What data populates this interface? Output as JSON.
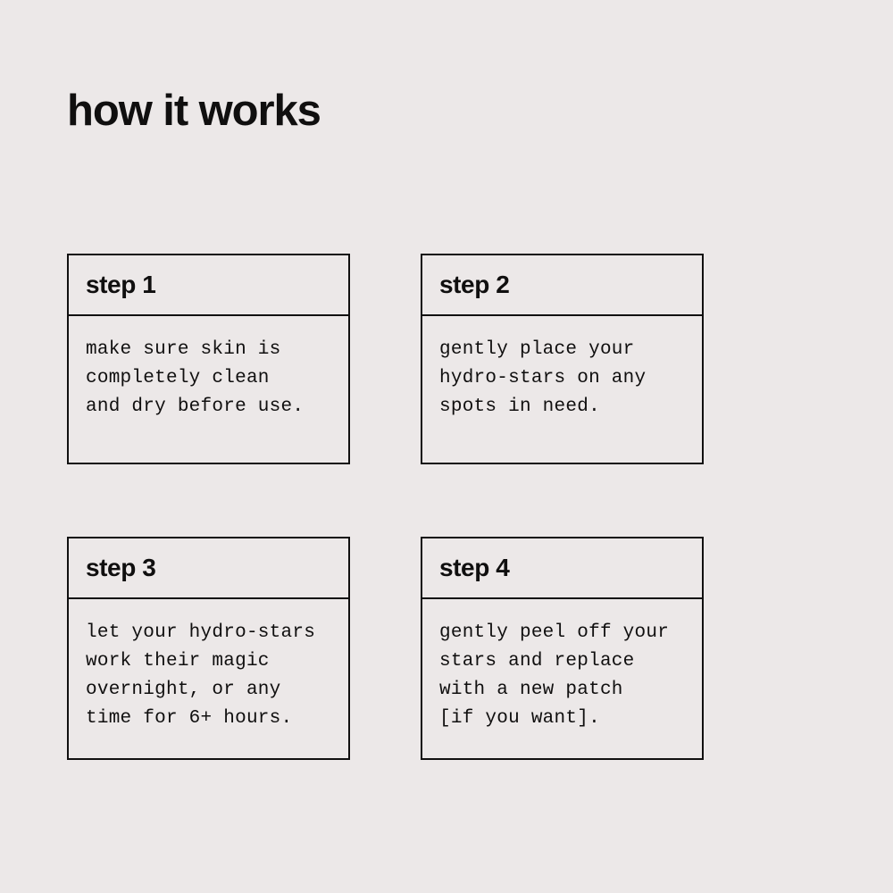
{
  "page": {
    "background_color": "#ECE8E8",
    "ink_color": "#100F0F",
    "title": "how it works"
  },
  "steps": [
    {
      "title": "step 1",
      "lines": [
        "make sure skin is",
        "completely clean",
        "and dry before use."
      ]
    },
    {
      "title": "step 2",
      "lines": [
        "gently place your",
        "hydro-stars on any",
        "spots in need."
      ]
    },
    {
      "title": "step 3",
      "lines": [
        "let your hydro-stars",
        "work their magic",
        "overnight, or any",
        "time for 6+ hours."
      ]
    },
    {
      "title": "step 4",
      "lines": [
        "gently peel off your",
        "stars and replace",
        "with a new patch",
        "[if you want]."
      ]
    }
  ]
}
